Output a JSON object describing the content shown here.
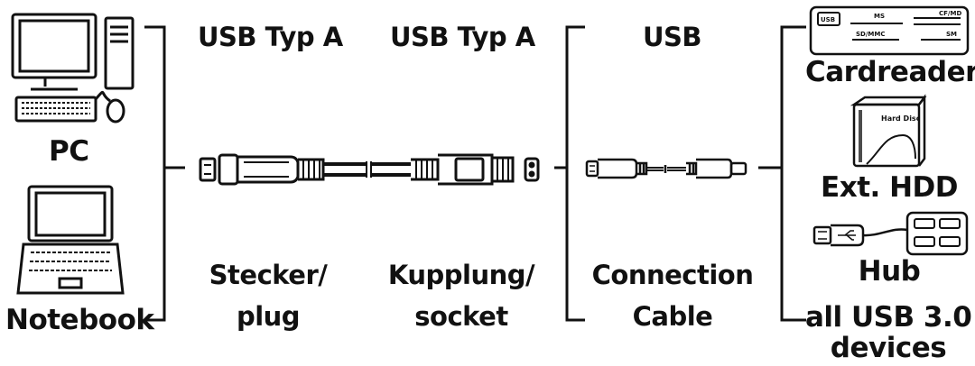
{
  "left": {
    "pc_label": "PC",
    "notebook_label": "Notebook"
  },
  "columns": {
    "plug": {
      "heading": "USB Typ A",
      "caption_line1": "Stecker/",
      "caption_line2": "plug"
    },
    "socket": {
      "heading": "USB Typ A",
      "caption_line1": "Kupplung/",
      "caption_line2": "socket"
    },
    "cable": {
      "heading": "USB",
      "caption_line1": "Connection",
      "caption_line2": "Cable"
    }
  },
  "right": {
    "cardreader_label": "Cardreader",
    "cardreader_slots": {
      "usb": "USB",
      "ms": "MS",
      "cf": "CF/MD",
      "sd": "SD/MMC",
      "sm": "SM"
    },
    "hdd_label": "Ext. HDD",
    "hdd_text": "Hard Disc",
    "hub_label": "Hub",
    "all_line1": "all USB 3.0",
    "all_line2": "devices"
  }
}
